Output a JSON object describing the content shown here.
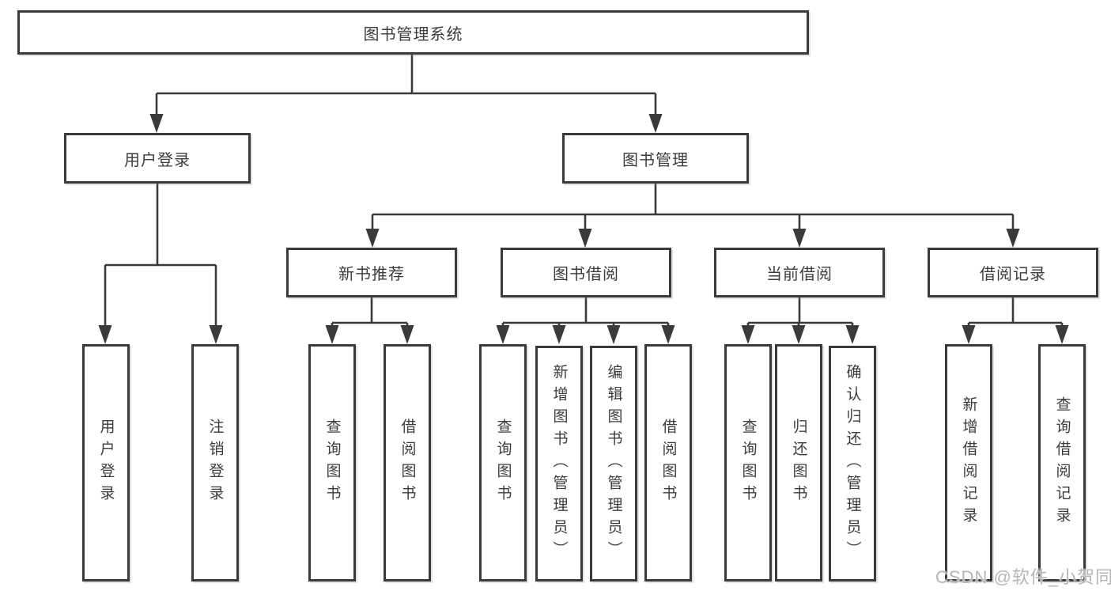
{
  "diagram": {
    "title": "图书管理系统",
    "root": {
      "label": "图书管理系统"
    },
    "level2": [
      {
        "label": "用户登录"
      },
      {
        "label": "图书管理"
      }
    ],
    "groups": [
      {
        "label": "新书推荐"
      },
      {
        "label": "图书借阅"
      },
      {
        "label": "当前借阅"
      },
      {
        "label": "借阅记录"
      }
    ],
    "leaves": {
      "user": [
        "用户登录",
        "注销登录"
      ],
      "newbook": [
        "查询图书",
        "借阅图书"
      ],
      "borrow": [
        "查询图书",
        "新增图书（管理员）",
        "编辑图书（管理员）",
        "借阅图书"
      ],
      "current": [
        "查询图书",
        "归还图书",
        "确认归还（管理员）"
      ],
      "records": [
        "新增借阅记录",
        "查询借阅记录"
      ]
    },
    "colors": {
      "line": "#3a3a3a",
      "text": "#3c3c3c",
      "background": "#ffffff",
      "watermark": "#b5b5b5"
    }
  },
  "watermark": {
    "text": "CSDN @软件_小贺同学"
  }
}
